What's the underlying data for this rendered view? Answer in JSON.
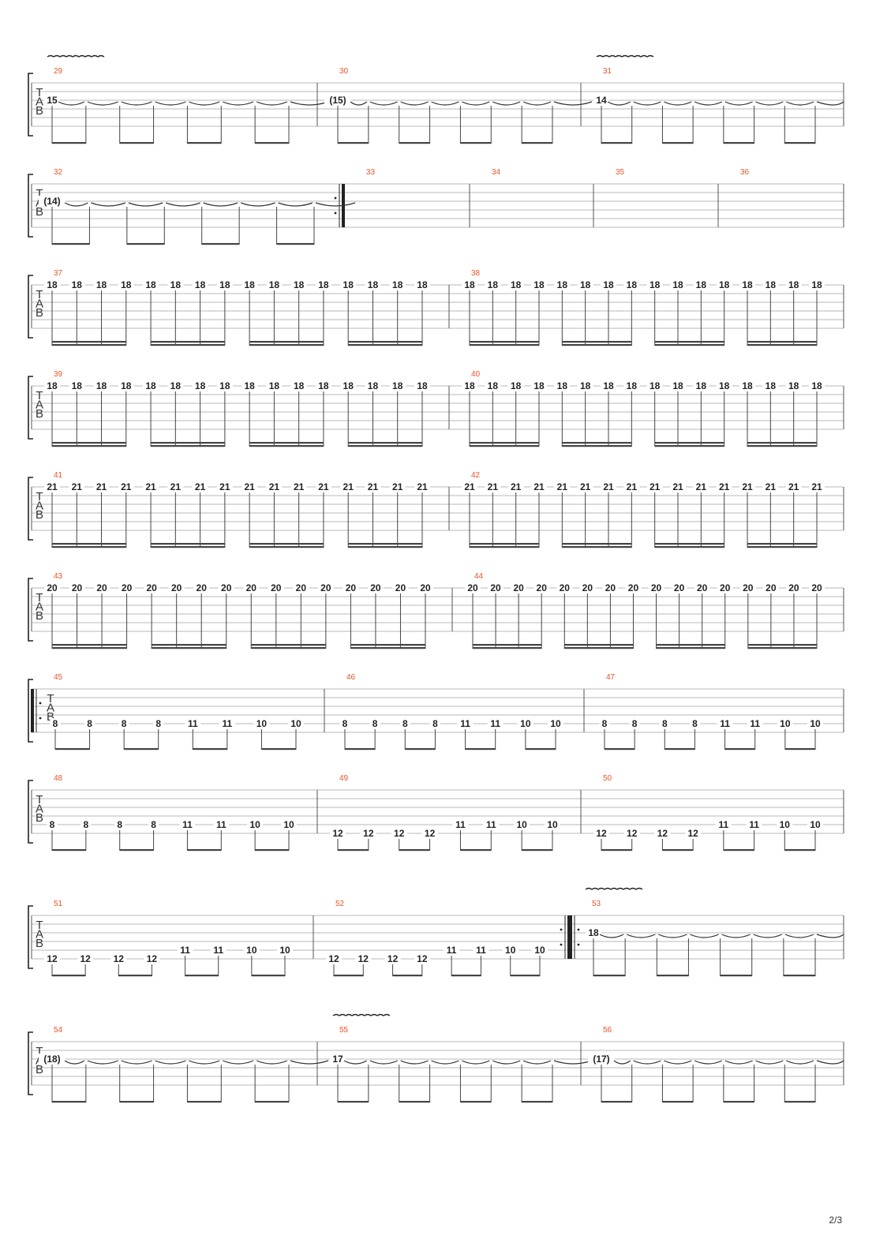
{
  "page": {
    "number": "2/3"
  },
  "staff_labels": [
    "T",
    "A",
    "B"
  ],
  "systems": [
    {
      "measures": [
        {
          "number": "29",
          "notes": [
            "15",
            "",
            "",
            "",
            "",
            "",
            "",
            ""
          ],
          "notes_string": 3,
          "beam": "eighth",
          "ties": true,
          "vibrato": true
        },
        {
          "number": "30",
          "notes": [
            "(15)",
            "",
            "",
            "",
            "",
            "",
            "",
            ""
          ],
          "notes_string": 3,
          "beam": "eighth",
          "ties": true
        },
        {
          "number": "31",
          "notes": [
            "14",
            "",
            "",
            "",
            "",
            "",
            "",
            ""
          ],
          "notes_string": 3,
          "beam": "eighth",
          "ties": true,
          "vibrato": true
        }
      ]
    },
    {
      "measures": [
        {
          "number": "32",
          "notes": [
            "(14)",
            "",
            "",
            "",
            "",
            "",
            "",
            ""
          ],
          "notes_string": 3,
          "beam": "eighth",
          "ties": true,
          "end_repeat": true
        },
        {
          "number": "33",
          "notes": []
        },
        {
          "number": "34",
          "notes": []
        },
        {
          "number": "35",
          "notes": []
        },
        {
          "number": "36",
          "notes": []
        }
      ]
    },
    {
      "measures": [
        {
          "number": "37",
          "notes": [
            "18",
            "18",
            "18",
            "18",
            "18",
            "18",
            "18",
            "18",
            "18",
            "18",
            "18",
            "18",
            "18",
            "18",
            "18",
            "18"
          ],
          "notes_string": 1,
          "beam": "sixteenth"
        },
        {
          "number": "38",
          "notes": [
            "18",
            "18",
            "18",
            "18",
            "18",
            "18",
            "18",
            "18",
            "18",
            "18",
            "18",
            "18",
            "18",
            "18",
            "18",
            "18"
          ],
          "notes_string": 1,
          "beam": "sixteenth"
        }
      ]
    },
    {
      "measures": [
        {
          "number": "39",
          "notes": [
            "18",
            "18",
            "18",
            "18",
            "18",
            "18",
            "18",
            "18",
            "18",
            "18",
            "18",
            "18",
            "18",
            "18",
            "18",
            "18"
          ],
          "notes_string": 1,
          "beam": "sixteenth"
        },
        {
          "number": "40",
          "notes": [
            "18",
            "18",
            "18",
            "18",
            "18",
            "18",
            "18",
            "18",
            "18",
            "18",
            "18",
            "18",
            "18",
            "18",
            "18",
            "18"
          ],
          "notes_string": 1,
          "beam": "sixteenth"
        }
      ]
    },
    {
      "measures": [
        {
          "number": "41",
          "notes": [
            "21",
            "21",
            "21",
            "21",
            "21",
            "21",
            "21",
            "21",
            "21",
            "21",
            "21",
            "21",
            "21",
            "21",
            "21",
            "21"
          ],
          "notes_string": 1,
          "beam": "sixteenth"
        },
        {
          "number": "42",
          "notes": [
            "21",
            "21",
            "21",
            "21",
            "21",
            "21",
            "21",
            "21",
            "21",
            "21",
            "21",
            "21",
            "21",
            "21",
            "21",
            "21"
          ],
          "notes_string": 1,
          "beam": "sixteenth"
        }
      ]
    },
    {
      "measures": [
        {
          "number": "43",
          "notes": [
            "20",
            "20",
            "20",
            "20",
            "20",
            "20",
            "20",
            "20",
            "20",
            "20",
            "20",
            "20",
            "20",
            "20",
            "20",
            "20"
          ],
          "notes_string": 1,
          "beam": "sixteenth"
        },
        {
          "number": "44",
          "notes": [
            "20",
            "20",
            "20",
            "20",
            "20",
            "20",
            "20",
            "20",
            "20",
            "20",
            "20",
            "20",
            "20",
            "20",
            "20",
            "20"
          ],
          "notes_string": 1,
          "beam": "sixteenth"
        }
      ]
    },
    {
      "measures": [
        {
          "number": "45",
          "notes": [
            "8",
            "8",
            "8",
            "8",
            "11",
            "11",
            "10",
            "10"
          ],
          "notes_string": 5,
          "beam": "eighth",
          "start_repeat": true
        },
        {
          "number": "46",
          "notes": [
            "8",
            "8",
            "8",
            "8",
            "11",
            "11",
            "10",
            "10"
          ],
          "notes_string": 5,
          "beam": "eighth"
        },
        {
          "number": "47",
          "notes": [
            "8",
            "8",
            "8",
            "8",
            "11",
            "11",
            "10",
            "10"
          ],
          "notes_string": 5,
          "beam": "eighth"
        }
      ]
    },
    {
      "measures": [
        {
          "number": "48",
          "notes": [
            "8",
            "8",
            "8",
            "8",
            "11",
            "11",
            "10",
            "10"
          ],
          "notes_string": 5,
          "beam": "eighth"
        },
        {
          "number": "49",
          "notes": [
            "12",
            "12",
            "12",
            "12",
            "11",
            "11",
            "10",
            "10"
          ],
          "strings": [
            6,
            6,
            6,
            6,
            5,
            5,
            5,
            5
          ],
          "beam": "eighth"
        },
        {
          "number": "50",
          "notes": [
            "12",
            "12",
            "12",
            "12",
            "11",
            "11",
            "10",
            "10"
          ],
          "strings": [
            6,
            6,
            6,
            6,
            5,
            5,
            5,
            5
          ],
          "beam": "eighth"
        }
      ]
    },
    {
      "measures": [
        {
          "number": "51",
          "notes": [
            "12",
            "12",
            "12",
            "12",
            "11",
            "11",
            "10",
            "10"
          ],
          "strings": [
            6,
            6,
            6,
            6,
            5,
            5,
            5,
            5
          ],
          "beam": "eighth"
        },
        {
          "number": "52",
          "notes": [
            "12",
            "12",
            "12",
            "12",
            "11",
            "11",
            "10",
            "10"
          ],
          "strings": [
            6,
            6,
            6,
            6,
            5,
            5,
            5,
            5
          ],
          "beam": "eighth",
          "end_repeat": true
        },
        {
          "number": "53",
          "notes": [
            "18",
            "",
            "",
            "",
            "",
            "",
            "",
            ""
          ],
          "notes_string": 3,
          "beam": "eighth",
          "ties": true,
          "vibrato": true,
          "start_repeat": true
        }
      ]
    },
    {
      "measures": [
        {
          "number": "54",
          "notes": [
            "(18)",
            "",
            "",
            "",
            "",
            "",
            "",
            ""
          ],
          "notes_string": 3,
          "beam": "eighth",
          "ties": true
        },
        {
          "number": "55",
          "notes": [
            "17",
            "",
            "",
            "",
            "",
            "",
            "",
            ""
          ],
          "notes_string": 3,
          "beam": "eighth",
          "ties": true,
          "vibrato": true
        },
        {
          "number": "56",
          "notes": [
            "(17)",
            "",
            "",
            "",
            "",
            "",
            "",
            ""
          ],
          "notes_string": 3,
          "beam": "eighth",
          "ties": true
        }
      ]
    }
  ]
}
